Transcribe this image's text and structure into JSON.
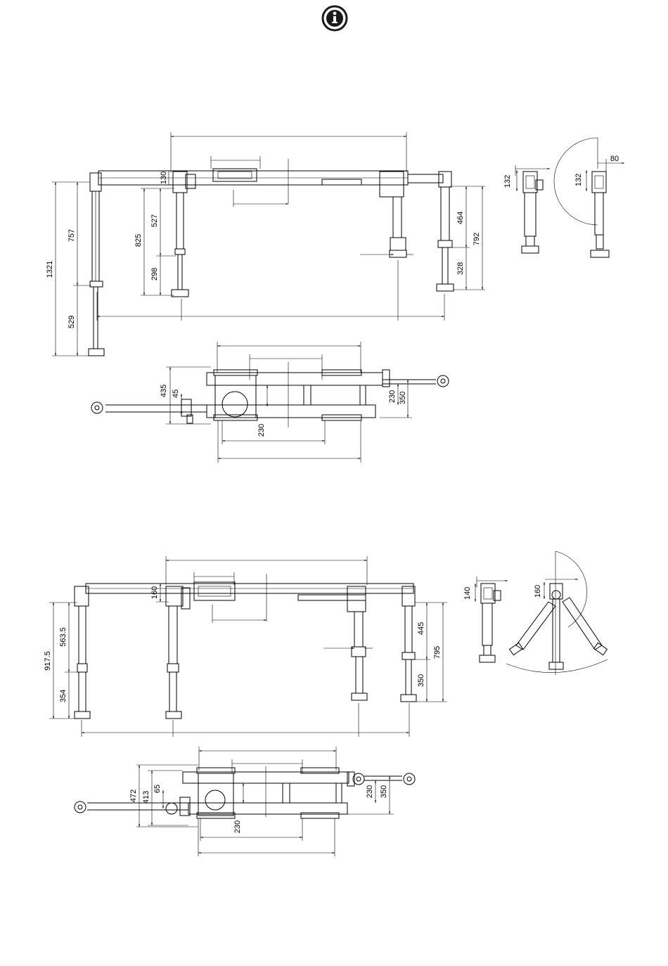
{
  "info_icon": {
    "name": "info-icon",
    "color": "#1a1a1a"
  },
  "drawing_a": {
    "side_view": {
      "dim_1321": "1321",
      "dim_757": "757",
      "dim_529": "529",
      "dim_825": "825",
      "dim_527": "527",
      "dim_298": "298",
      "dim_130": "130",
      "dim_464": "464",
      "dim_792": "792",
      "dim_328": "328"
    },
    "end_views": {
      "dim_132_a": "132",
      "dim_132_b": "132",
      "dim_80": "80"
    },
    "top_view": {
      "dim_435": "435",
      "dim_45": "45",
      "dim_230_a": "230",
      "dim_350": "350",
      "dim_230_b": "230"
    }
  },
  "drawing_b": {
    "side_view": {
      "dim_917_5": "917.5",
      "dim_563_5": "563.5",
      "dim_354": "354",
      "dim_160": "160",
      "dim_445": "445",
      "dim_795": "795",
      "dim_350": "350"
    },
    "end_views": {
      "dim_140": "140",
      "dim_160": "160"
    },
    "top_view": {
      "dim_472": "472",
      "dim_413": "413",
      "dim_65": "65",
      "dim_230_a": "230",
      "dim_350": "350",
      "dim_230_b": "230"
    }
  }
}
